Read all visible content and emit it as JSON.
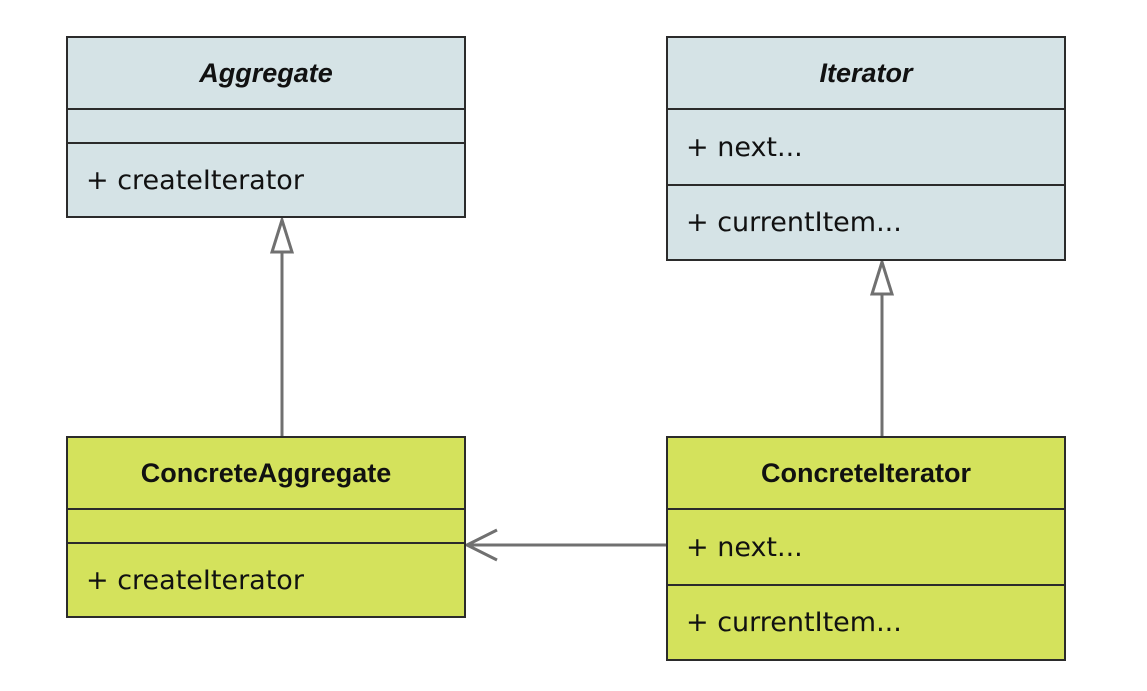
{
  "classes": {
    "aggregate": {
      "name": "Aggregate",
      "abstract": true,
      "attributes": [],
      "operations": [
        "+ createIterator"
      ]
    },
    "iterator": {
      "name": "Iterator",
      "abstract": true,
      "operations": [
        "+ next...",
        "+ currentItem..."
      ]
    },
    "concrete_aggregate": {
      "name": "ConcreteAggregate",
      "abstract": false,
      "attributes": [],
      "operations": [
        "+ createIterator"
      ]
    },
    "concrete_iterator": {
      "name": "ConcreteIterator",
      "abstract": false,
      "operations": [
        "+ next...",
        "+ currentItem..."
      ]
    }
  },
  "relationships": [
    {
      "type": "generalization",
      "from": "ConcreteAggregate",
      "to": "Aggregate"
    },
    {
      "type": "generalization",
      "from": "ConcreteIterator",
      "to": "Iterator"
    },
    {
      "type": "association",
      "from": "ConcreteIterator",
      "to": "ConcreteAggregate",
      "navigable_end": "ConcreteAggregate"
    }
  ],
  "colors": {
    "abstract_fill": "#d5e3e6",
    "concrete_fill": "#d4e25c",
    "border": "#2b2b2b",
    "connector": "#707070"
  }
}
